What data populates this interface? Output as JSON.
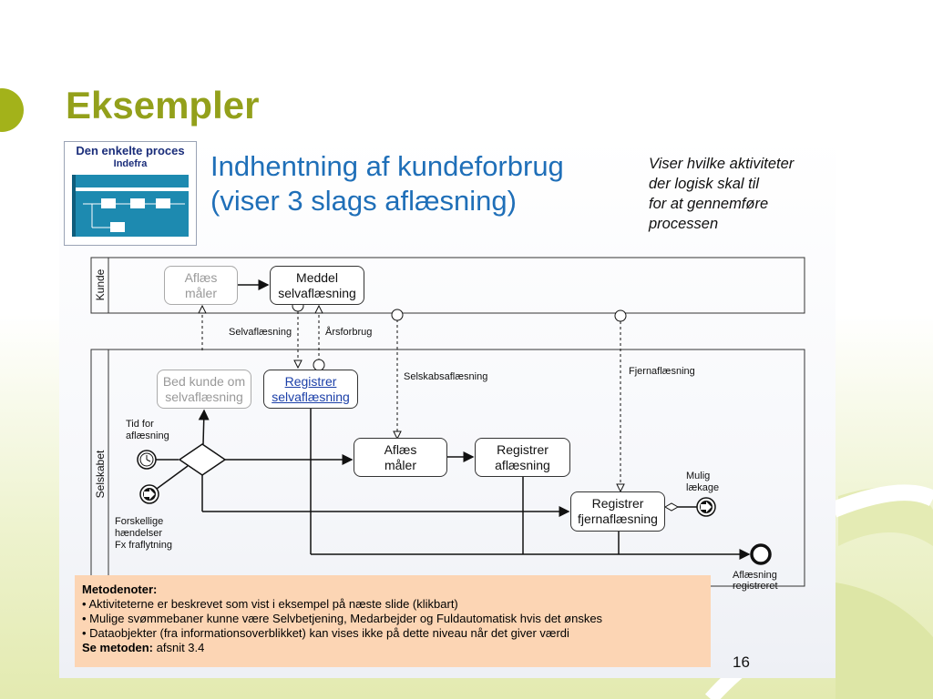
{
  "slide": {
    "title": "Eksempler",
    "page_number": "16"
  },
  "thumbnail": {
    "title": "Den enkelte proces",
    "subtitle": "Indefra"
  },
  "diagram": {
    "heading_line1": "Indhentning af kundeforbrug",
    "heading_line2": "(viser 3 slags aflæsning)",
    "side_note": [
      "Viser hvilke aktiviteter",
      "der logisk skal til",
      "for at gennemføre",
      "processen"
    ],
    "lanes": {
      "kunde": "Kunde",
      "selskabet": "Selskabet"
    },
    "tasks": {
      "aflaes_maaler_kunde": [
        "Aflæs",
        "måler"
      ],
      "meddel": [
        "Meddel",
        "selvaflæsning"
      ],
      "bed_kunde": [
        "Bed kunde om",
        "selvaflæsning"
      ],
      "registrer_selv": [
        "Registrer",
        "selvaflæsning"
      ],
      "aflaes_maaler": [
        "Aflæs",
        "måler"
      ],
      "registrer_aflaesning": [
        "Registrer",
        "aflæsning"
      ],
      "registrer_fjern": [
        "Registrer",
        "fjernaflæsning"
      ]
    },
    "flows": {
      "selvaflaesning": "Selvaflæsning",
      "aarsforbrug": "Årsforbrug",
      "selskabsaflaesning": "Selskabsaflæsning",
      "fjernaflaesning": "Fjernaflæsning"
    },
    "events": {
      "tid_for": [
        "Tid for",
        "aflæsning"
      ],
      "forskellige": [
        "Forskellige",
        "hændelser",
        "Fx fraflytning"
      ],
      "mulig": [
        "Mulig",
        "lækage"
      ],
      "slut": [
        "Aflæsning",
        "registreret"
      ]
    }
  },
  "notes": {
    "heading": "Metodenoter:",
    "bullets": [
      "• Aktiviteterne er beskrevet som vist i eksempel på næste slide (klikbart)",
      "• Mulige svømmebaner kunne være Selvbetjening, Medarbejder og Fuldautomatisk hvis det ønskes",
      "• Dataobjekter (fra informationsoverblikket)  kan vises ikke på dette niveau når det giver værdi"
    ],
    "see_label": "Se metoden:",
    "see_value": " afsnit 3.4"
  },
  "colors": {
    "title": "#93a01b",
    "heading": "#1f6fb8",
    "notes_bg": "#fcd5b4",
    "accent": "#a3b21a"
  }
}
